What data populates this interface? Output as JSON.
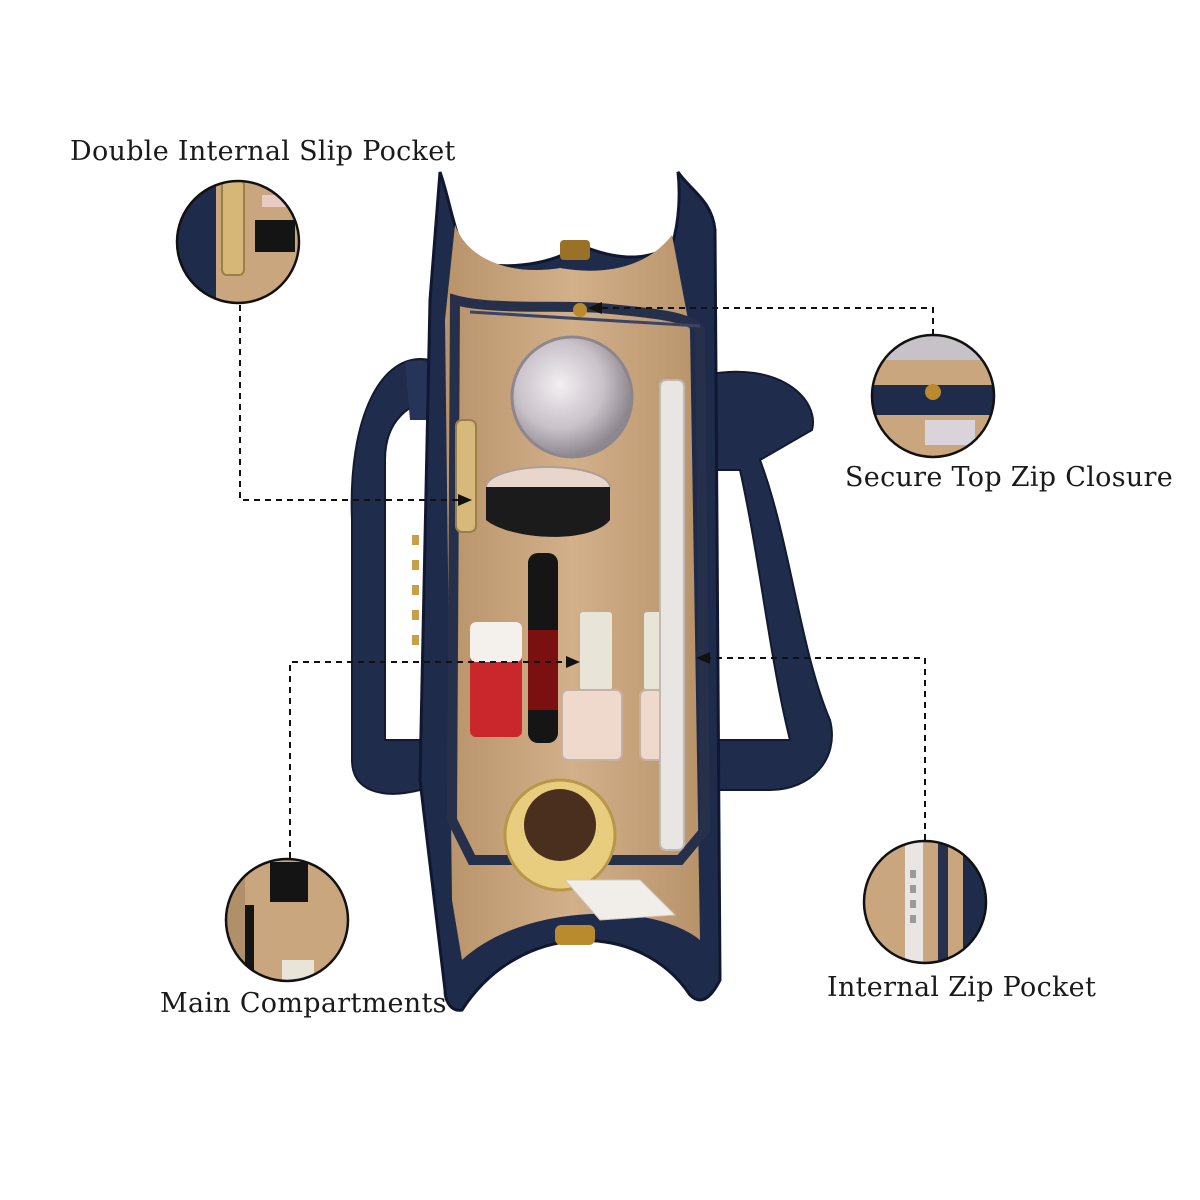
{
  "labels": {
    "slip_pocket": "Double Internal Slip Pocket",
    "zip_closure": "Secure Top Zip Closure",
    "main_compartments": "Main Compartments",
    "zip_pocket": "Internal Zip Pocket"
  },
  "colors": {
    "leather_navy": "#1e2b4a",
    "lining_tan": "#c9a67e",
    "zip_dark": "#27304a",
    "hardware_gold": "#b98b2e"
  }
}
